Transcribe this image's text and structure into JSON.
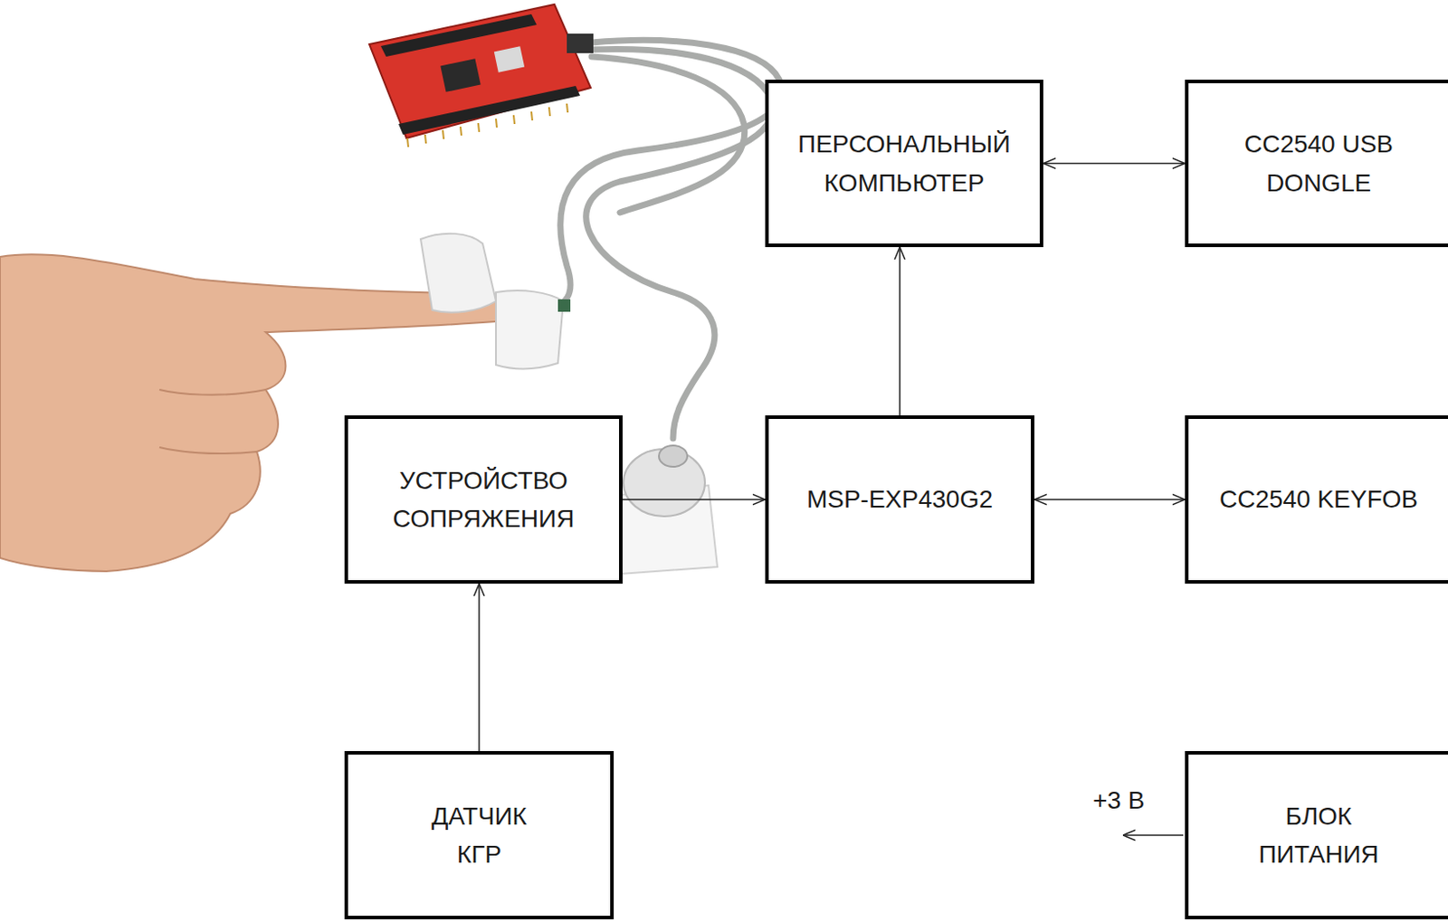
{
  "diagram": {
    "nodes": [
      {
        "text": [
          "ПЕРСОНАЛЬНЫЙ КОМПЬЮТЕР"
        ]
      },
      {
        "text": [
          "CC2540 USB DONGLE"
        ]
      },
      {
        "text": [
          "УСТРОЙСТВО СОПРЯЖЕНИЯ"
        ]
      },
      {
        "text": [
          "MSP-EXP430G2"
        ]
      },
      {
        "text": [
          "CC2540 KEYFOB"
        ]
      },
      {
        "text": [
          "ДАТЧИК КГР"
        ]
      },
      {
        "text": [
          "БЛОК ПИТАНИЯ"
        ]
      }
    ],
    "edges": [
      {
        "from": 0,
        "to": 1,
        "arrow": "both"
      },
      {
        "from": 3,
        "to": 0,
        "arrow": "to"
      },
      {
        "from": 2,
        "to": 3,
        "arrow": "to"
      },
      {
        "from": 3,
        "to": 4,
        "arrow": "both"
      },
      {
        "from": 5,
        "to": 2,
        "arrow": "to"
      }
    ],
    "labels": [
      "+3 В"
    ]
  }
}
